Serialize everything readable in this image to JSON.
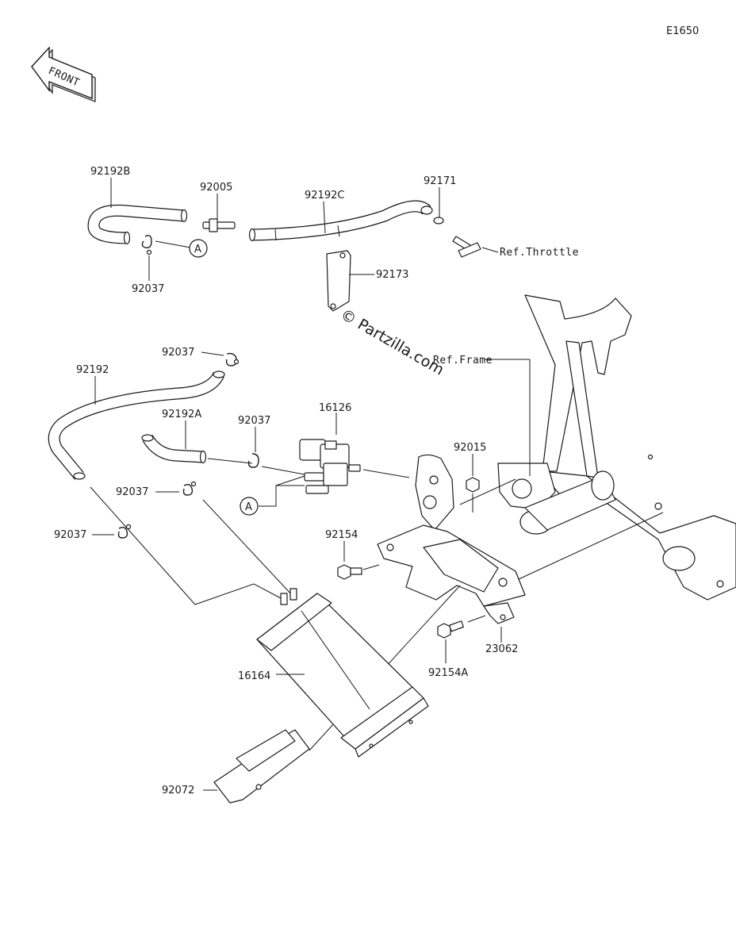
{
  "diagram_code": "E1650",
  "front_badge": "FRONT",
  "watermark": "© Partzilla.com",
  "ref_labels": {
    "throttle": "Ref.Throttle",
    "frame": "Ref.Frame"
  },
  "callout_letter": "A",
  "parts": {
    "p92192B": "92192B",
    "p92005": "92005",
    "p92192C": "92192C",
    "p92171": "92171",
    "p92037_top": "92037",
    "p92173": "92173",
    "p92037_a": "92037",
    "p92192": "92192",
    "p92192A": "92192A",
    "p92037_b": "92037",
    "p16126": "16126",
    "p92015": "92015",
    "p92037_c": "92037",
    "p92154": "92154",
    "p92037_d": "92037",
    "p23062": "23062",
    "p92154A": "92154A",
    "p16164": "16164",
    "p92072": "92072"
  }
}
